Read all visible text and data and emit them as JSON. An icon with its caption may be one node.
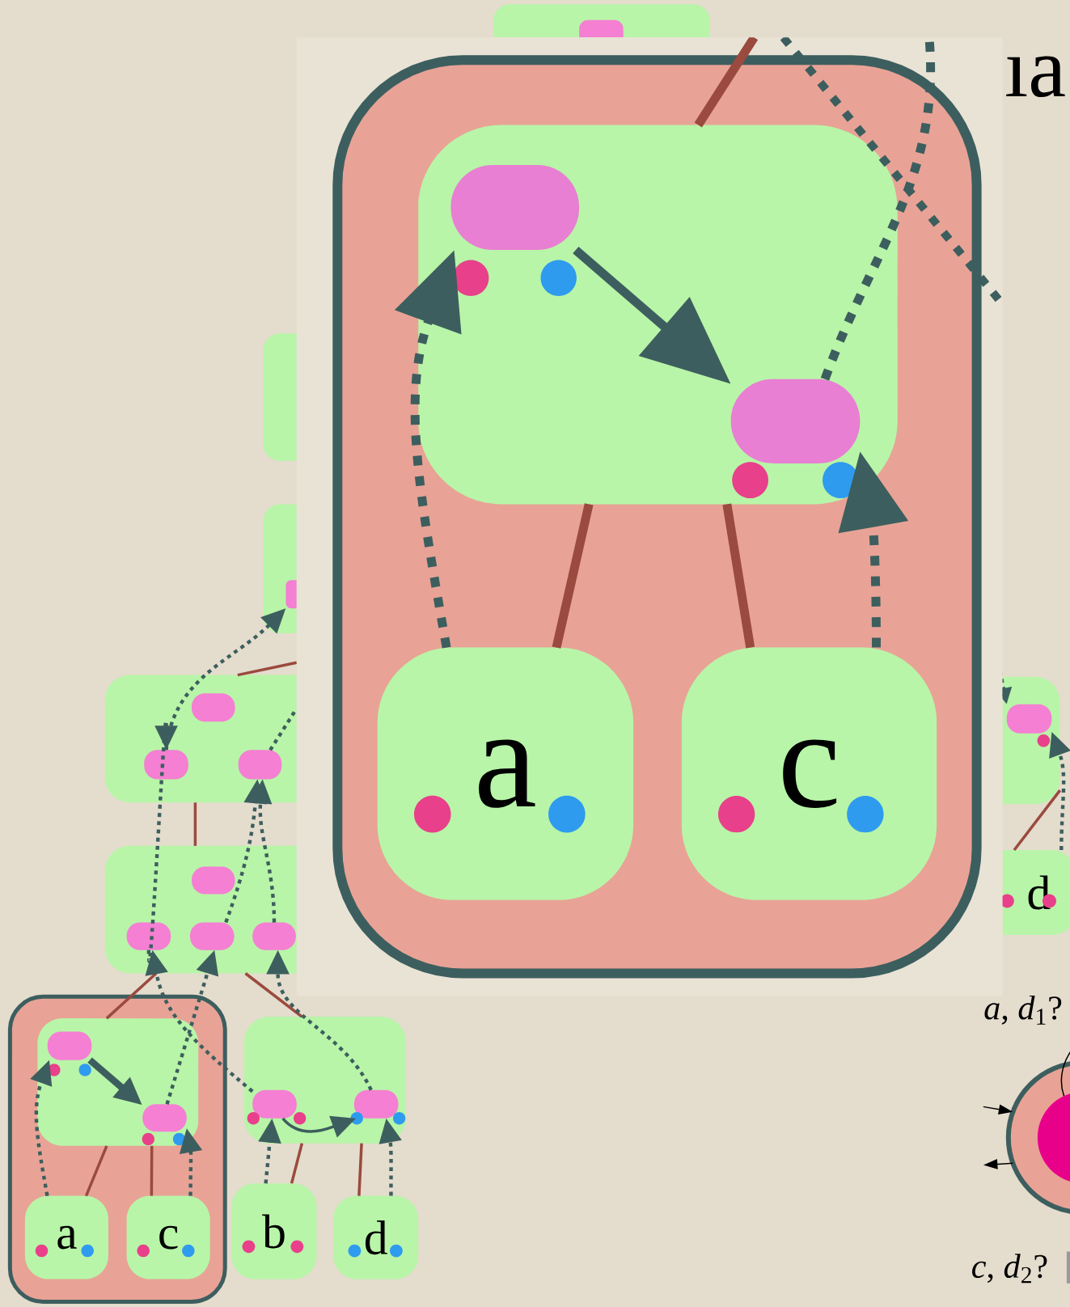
{
  "diagram": {
    "nodes": [
      {
        "text": [],
        "shape": "box"
      },
      {
        "text": [],
        "shape": "box",
        "in": 0
      },
      {
        "text": [],
        "shape": "box",
        "in": 1
      },
      {
        "text": [],
        "shape": "box",
        "in": 1
      },
      {
        "text": [
          "a"
        ],
        "in": 0
      },
      {
        "text": [
          "c"
        ],
        "in": 0
      },
      {
        "text": [],
        "shape": "box"
      },
      {
        "text": [],
        "shape": "box",
        "in": 6
      },
      {
        "text": [],
        "shape": "box",
        "in": 7
      },
      {
        "text": [],
        "shape": "box",
        "in": 7
      },
      {
        "text": [
          "a"
        ],
        "in": 6
      },
      {
        "text": [
          "c"
        ],
        "in": 6
      },
      {
        "text": [],
        "shape": "box"
      },
      {
        "text": [],
        "shape": "box",
        "in": 12
      },
      {
        "text": [],
        "shape": "box",
        "in": 12
      },
      {
        "text": [
          "b"
        ]
      },
      {
        "text": [
          "d"
        ]
      },
      {
        "text": [],
        "shape": "box"
      },
      {
        "text": [],
        "shape": "box",
        "in": 17
      },
      {
        "text": [],
        "shape": "box",
        "in": 17
      },
      {
        "text": [],
        "shape": "box",
        "in": 17
      },
      {
        "text": [],
        "shape": "box",
        "in": 17
      },
      {
        "text": [],
        "shape": "box"
      },
      {
        "text": [],
        "shape": "box",
        "in": 22
      },
      {
        "text": [],
        "shape": "box",
        "in": 22
      },
      {
        "text": [],
        "shape": "box",
        "in": 22
      },
      {
        "text": [],
        "shape": "box"
      },
      {
        "text": [],
        "shape": "box",
        "in": 26
      },
      {
        "text": [],
        "shape": "box"
      },
      {
        "text": [],
        "shape": "box"
      },
      {
        "text": [],
        "shape": "box",
        "in": 29
      },
      {
        "text": [],
        "shape": "box"
      },
      {
        "text": [],
        "shape": "box",
        "in": 31
      },
      {
        "text": [
          "d"
        ]
      },
      {
        "text": [],
        "shape": "circle"
      },
      {
        "text": [],
        "shape": "circle",
        "in": 34
      }
    ],
    "edges": [
      {
        "from": 2,
        "to": 3,
        "arrow": "to",
        "style": "thick"
      },
      {
        "from": 4,
        "to": 2,
        "arrow": "to",
        "style": "dashed"
      },
      {
        "from": 5,
        "to": 3,
        "arrow": "to",
        "style": "dashed"
      },
      {
        "from": 4,
        "to": 1,
        "arrow": "none",
        "style": "thick",
        "color": "#9a4a3e"
      },
      {
        "from": 5,
        "to": 1,
        "arrow": "none",
        "style": "thick",
        "color": "#9a4a3e"
      },
      {
        "from": 1,
        "to": null,
        "arrow": "none",
        "style": "thick",
        "color": "#9a4a3e"
      },
      {
        "from": 3,
        "to": null,
        "arrow": "none",
        "style": "dashed"
      },
      {
        "from": 8,
        "to": 9,
        "arrow": "to",
        "style": "thick"
      },
      {
        "from": 10,
        "to": 8,
        "arrow": "to",
        "style": "dashed"
      },
      {
        "from": 11,
        "to": 9,
        "arrow": "to",
        "style": "dashed"
      },
      {
        "from": 10,
        "to": 7,
        "arrow": "none",
        "color": "#9a4a3e"
      },
      {
        "from": 11,
        "to": 7,
        "arrow": "none",
        "color": "#9a4a3e"
      },
      {
        "from": 15,
        "to": 13,
        "arrow": "to",
        "style": "dashed"
      },
      {
        "from": 16,
        "to": 14,
        "arrow": "to",
        "style": "dashed"
      },
      {
        "from": 13,
        "to": 14,
        "arrow": "to"
      },
      {
        "from": 15,
        "to": 12,
        "arrow": "none",
        "color": "#9a4a3e"
      },
      {
        "from": 16,
        "to": 12,
        "arrow": "none",
        "color": "#9a4a3e"
      },
      {
        "from": 7,
        "to": 17,
        "arrow": "none",
        "color": "#9a4a3e"
      },
      {
        "from": 12,
        "to": 17,
        "arrow": "none",
        "color": "#9a4a3e"
      },
      {
        "from": 9,
        "to": 20,
        "arrow": "to",
        "style": "dashed"
      },
      {
        "from": 13,
        "to": 19,
        "arrow": "to",
        "style": "dashed"
      },
      {
        "from": 14,
        "to": 21,
        "arrow": "to",
        "style": "dashed"
      },
      {
        "from": 17,
        "to": 22,
        "arrow": "none",
        "color": "#9a4a3e"
      },
      {
        "from": 19,
        "to": 24,
        "arrow": "to",
        "style": "dashed"
      },
      {
        "from": 20,
        "to": 25,
        "arrow": "to",
        "style": "dashed"
      },
      {
        "from": 21,
        "to": 25,
        "arrow": "to",
        "style": "dashed"
      },
      {
        "from": 24,
        "to": 27,
        "arrow": "to",
        "style": "dashed"
      },
      {
        "from": 25,
        "to": null,
        "arrow": "none",
        "style": "dashed"
      },
      {
        "from": 22,
        "to": null,
        "arrow": "none",
        "color": "#9a4a3e"
      },
      {
        "from": 33,
        "to": 32,
        "arrow": "to",
        "style": "dashed"
      },
      {
        "from": 33,
        "to": 31,
        "arrow": "none",
        "color": "#9a4a3e"
      },
      {
        "from": null,
        "to": 32,
        "arrow": "to",
        "style": "dashed"
      },
      {
        "from": null,
        "to": 34,
        "arrow": "to",
        "color": "#000000"
      },
      {
        "from": 34,
        "to": null,
        "arrow": "to",
        "color": "#000000"
      },
      {
        "from": 35,
        "to": null,
        "arrow": "none",
        "color": "#000000"
      }
    ],
    "labels": [
      "ıa",
      "*a*, *d*$_{1}$?",
      "*c*, *d*$_{2}$?"
    ]
  }
}
